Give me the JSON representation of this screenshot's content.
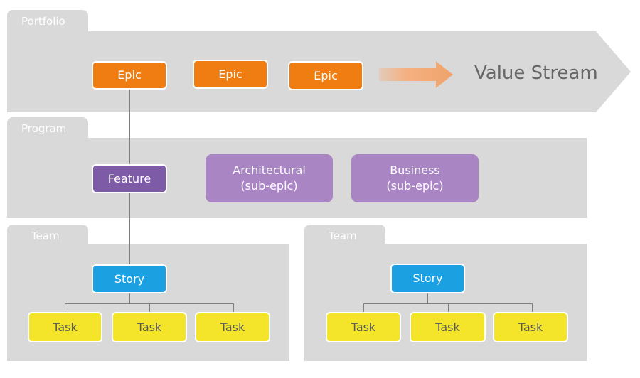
{
  "portfolio": {
    "label": "Portfolio",
    "epics": [
      "Epic",
      "Epic",
      "Epic"
    ],
    "value_stream": "Value Stream"
  },
  "program": {
    "label": "Program",
    "feature": "Feature",
    "architectural": "Architectural\n(sub-epic)",
    "business": "Business\n(sub-epic)"
  },
  "teams": [
    {
      "label": "Team",
      "story": "Story",
      "tasks": [
        "Task",
        "Task",
        "Task"
      ]
    },
    {
      "label": "Team",
      "story": "Story",
      "tasks": [
        "Task",
        "Task",
        "Task"
      ]
    }
  ],
  "colors": {
    "epic": "#ef7d11",
    "feature": "#7e5ba7",
    "sub_epic": "#a985c4",
    "story": "#1ba1e2",
    "task": "#f4e52a",
    "panel": "#d9d9d9",
    "arrow": "#f4b183"
  }
}
